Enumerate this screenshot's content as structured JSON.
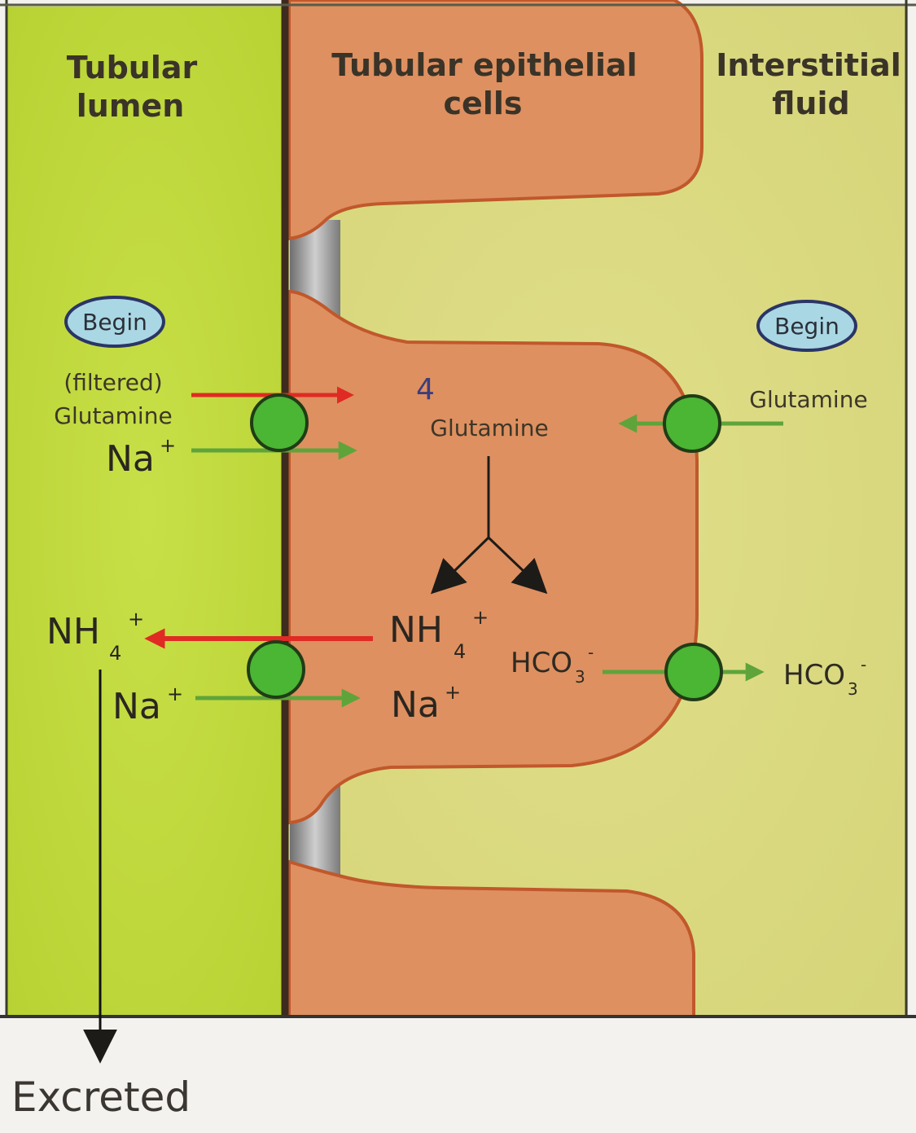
{
  "headers": {
    "lumen_line1": "Tubular",
    "lumen_line2": "lumen",
    "cells_line1": "Tubular epithelial",
    "cells_line2": "cells",
    "interstitial_line1": "Interstitial",
    "interstitial_line2": "fluid"
  },
  "begin_label": "Begin",
  "labels": {
    "filtered": "(filtered)",
    "glutamine": "Glutamine",
    "na_base": "Na",
    "na_sup": "+",
    "nh_base": "NH",
    "nh_sub": "4",
    "nh_sup": "+",
    "hco_base": "HCO",
    "hco_sub": "3",
    "hco_sup": "-",
    "handwritten_mark": "4",
    "excreted": "Excreted"
  },
  "colors": {
    "lumen": "#c3dc3c",
    "interstitial": "#dcdc80",
    "cell": "#de9060",
    "cell_border": "#c1582b",
    "transporter": "#4bb534",
    "arrow_red": "#e02a24",
    "arrow_green": "#5ea43a",
    "begin_fill": "#aad7e4",
    "begin_border": "#2b3566"
  }
}
